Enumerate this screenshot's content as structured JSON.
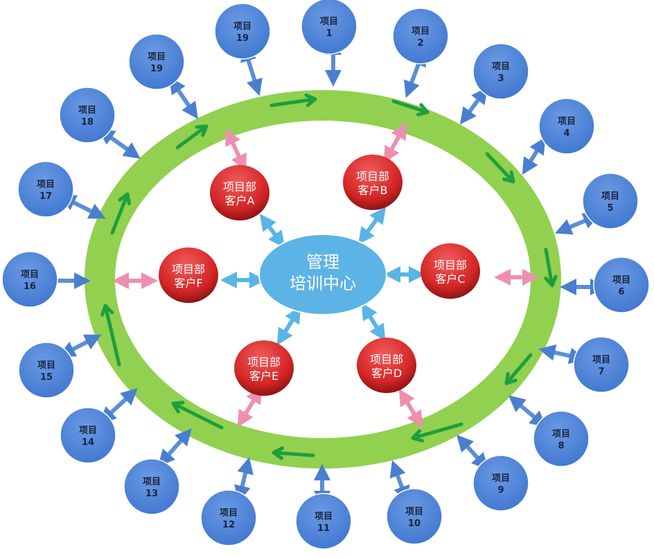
{
  "center": {
    "line1": "管理",
    "line2": "培训中心"
  },
  "clients": [
    {
      "line1": "项目部",
      "line2": "客户A"
    },
    {
      "line1": "项目部",
      "line2": "客户B"
    },
    {
      "line1": "项目部",
      "line2": "客户C"
    },
    {
      "line1": "项目部",
      "line2": "客户D"
    },
    {
      "line1": "项目部",
      "line2": "客户E"
    },
    {
      "line1": "项目部",
      "line2": "客户F"
    }
  ],
  "projects": [
    {
      "label": "项目",
      "num": "1"
    },
    {
      "label": "项目",
      "num": "2"
    },
    {
      "label": "项目",
      "num": "3"
    },
    {
      "label": "项目",
      "num": "4"
    },
    {
      "label": "项目",
      "num": "5"
    },
    {
      "label": "项目",
      "num": "6"
    },
    {
      "label": "项目",
      "num": "7"
    },
    {
      "label": "项目",
      "num": "8"
    },
    {
      "label": "项目",
      "num": "9"
    },
    {
      "label": "项目",
      "num": "10"
    },
    {
      "label": "项目",
      "num": "11"
    },
    {
      "label": "项目",
      "num": "12"
    },
    {
      "label": "项目",
      "num": "13"
    },
    {
      "label": "项目",
      "num": "14"
    },
    {
      "label": "项目",
      "num": "15"
    },
    {
      "label": "项目",
      "num": "16"
    },
    {
      "label": "项目",
      "num": "17"
    },
    {
      "label": "项目",
      "num": "18"
    },
    {
      "label": "项目",
      "num": "19"
    },
    {
      "label": "项目",
      "num": "19"
    }
  ],
  "colors": {
    "ring": "#92d050",
    "ring_arrow": "#1e9e3e",
    "project_circle": "#4f86d9",
    "project_arrow": "#5b8fd6",
    "client_ellipse": "#d62b2b",
    "client_arrow": "#ef8fb0",
    "center_ellipse": "#5cb3e6",
    "center_arrow": "#5ab4e6"
  }
}
